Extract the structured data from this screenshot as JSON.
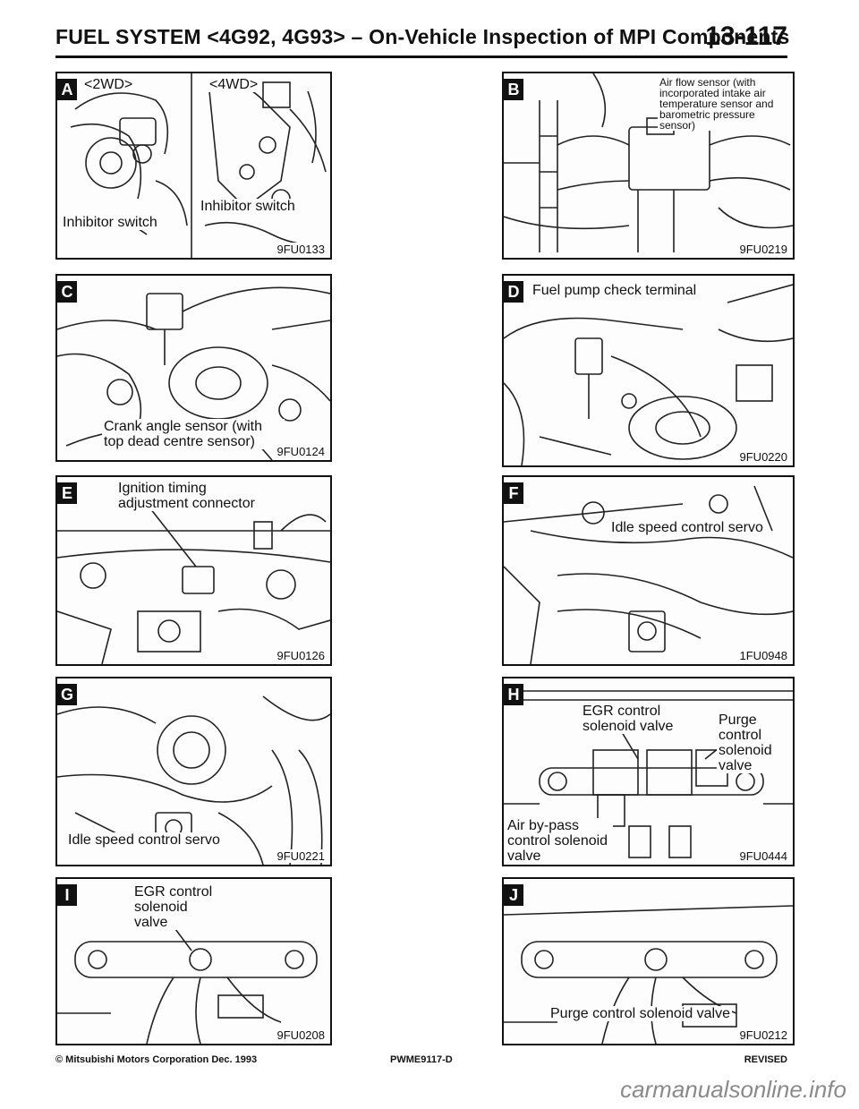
{
  "header": {
    "title": "FUEL SYSTEM <4G92, 4G93> – On-Vehicle Inspection of MPI Components",
    "page_number": "13-117"
  },
  "panels": {
    "A": {
      "letter": "A",
      "label_2wd": "<2WD>",
      "label_4wd": "<4WD>",
      "label_left": "Inhibitor switch",
      "label_right": "Inhibitor switch",
      "code": "9FU0133"
    },
    "B": {
      "letter": "B",
      "label": "Air flow sensor (with incorporated intake air temperature sensor and barometric pressure sensor)",
      "code": "9FU0219"
    },
    "C": {
      "letter": "C",
      "label": "Crank angle sensor (with top dead centre sensor)",
      "code": "9FU0124"
    },
    "D": {
      "letter": "D",
      "label": "Fuel pump check terminal",
      "code": "9FU0220"
    },
    "E": {
      "letter": "E",
      "label_line1": "Ignition timing",
      "label_line2": "adjustment connector",
      "code": "9FU0126"
    },
    "F": {
      "letter": "F",
      "label": "Idle speed control servo",
      "code": "1FU0948"
    },
    "G": {
      "letter": "G",
      "label": "Idle speed control servo",
      "code": "9FU0221"
    },
    "H": {
      "letter": "H",
      "label_egr": "EGR control solenoid valve",
      "label_purge": "Purge control solenoid valve",
      "label_bypass": "Air by-pass control solenoid valve",
      "code": "9FU0444"
    },
    "I": {
      "letter": "I",
      "label": "EGR control solenoid valve",
      "code": "9FU0208"
    },
    "J": {
      "letter": "J",
      "label": "Purge control solenoid valve",
      "code": "9FU0212"
    }
  },
  "footer": {
    "copyright": "© Mitsubishi Motors Corporation   Dec. 1993",
    "doc_code": "PWME9117-D",
    "status": "REVISED"
  },
  "watermark": "carmanualsonline.info"
}
